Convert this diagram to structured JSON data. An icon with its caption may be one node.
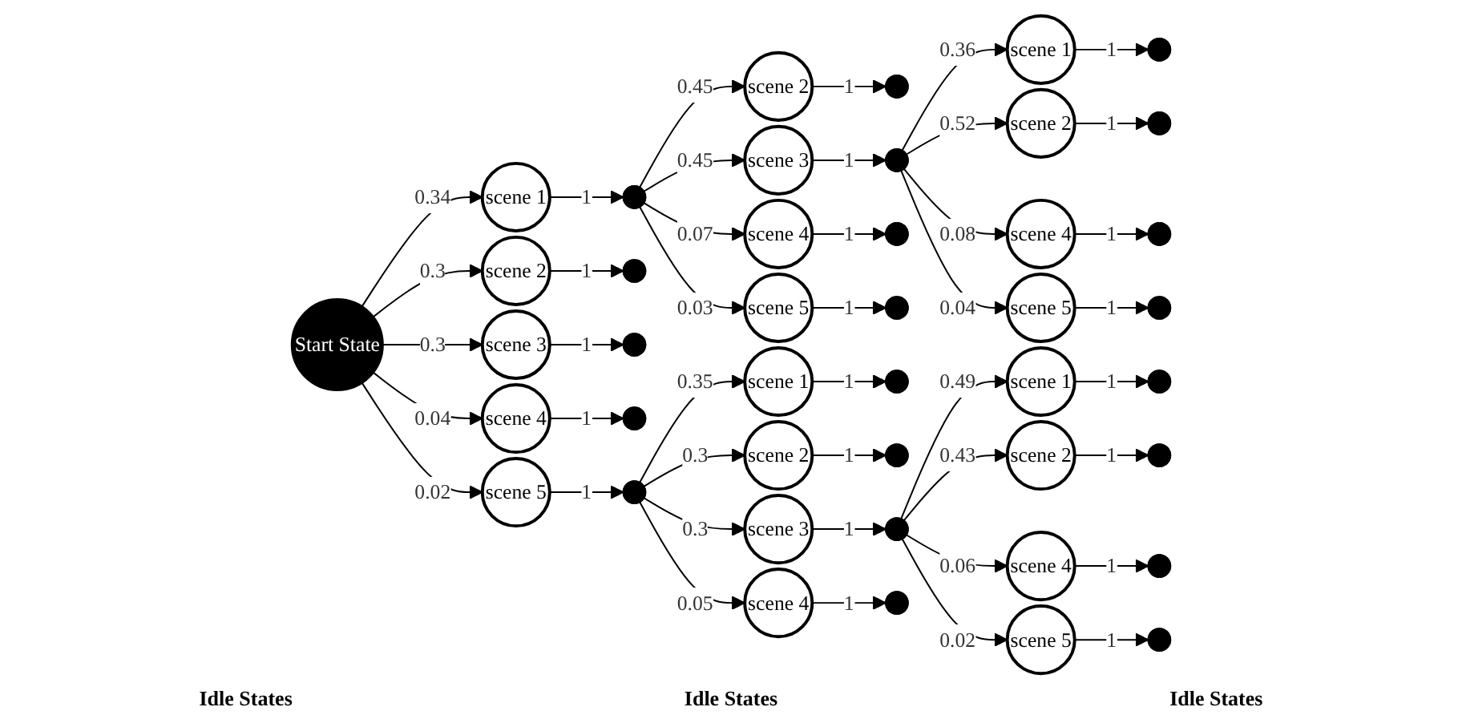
{
  "diagram": {
    "nodes": [
      {
        "text": [
          "Start State"
        ]
      },
      {
        "text": [
          "scene 1"
        ]
      },
      {
        "text": [
          "scene 2"
        ]
      },
      {
        "text": [
          "scene 3"
        ]
      },
      {
        "text": [
          "scene 4"
        ]
      },
      {
        "text": [
          "scene 5"
        ]
      },
      {
        "text": [],
        "shape": "circle"
      },
      {
        "text": [],
        "shape": "circle"
      },
      {
        "text": [],
        "shape": "circle"
      },
      {
        "text": [],
        "shape": "circle"
      },
      {
        "text": [],
        "shape": "circle"
      },
      {
        "text": [
          "scene 2"
        ]
      },
      {
        "text": [
          "scene 3"
        ]
      },
      {
        "text": [
          "scene 4"
        ]
      },
      {
        "text": [
          "scene 5"
        ]
      },
      {
        "text": [
          "scene 1"
        ]
      },
      {
        "text": [
          "scene 2"
        ]
      },
      {
        "text": [
          "scene 3"
        ]
      },
      {
        "text": [
          "scene 4"
        ]
      },
      {
        "text": [],
        "shape": "circle"
      },
      {
        "text": [],
        "shape": "circle"
      },
      {
        "text": [],
        "shape": "circle"
      },
      {
        "text": [],
        "shape": "circle"
      },
      {
        "text": [],
        "shape": "circle"
      },
      {
        "text": [],
        "shape": "circle"
      },
      {
        "text": [],
        "shape": "circle"
      },
      {
        "text": [],
        "shape": "circle"
      },
      {
        "text": [
          "scene 1"
        ]
      },
      {
        "text": [
          "scene 2"
        ]
      },
      {
        "text": [
          "scene 4"
        ]
      },
      {
        "text": [
          "scene 5"
        ]
      },
      {
        "text": [
          "scene 1"
        ]
      },
      {
        "text": [
          "scene 2"
        ]
      },
      {
        "text": [
          "scene 4"
        ]
      },
      {
        "text": [
          "scene 5"
        ]
      },
      {
        "text": [],
        "shape": "circle"
      },
      {
        "text": [],
        "shape": "circle"
      },
      {
        "text": [],
        "shape": "circle"
      },
      {
        "text": [],
        "shape": "circle"
      },
      {
        "text": [],
        "shape": "circle"
      },
      {
        "text": [],
        "shape": "circle"
      },
      {
        "text": [],
        "shape": "circle"
      },
      {
        "text": [],
        "shape": "circle"
      }
    ],
    "edges": [
      {
        "from": 0,
        "to": 1,
        "arrow": "to",
        "label": "0.34"
      },
      {
        "from": 0,
        "to": 2,
        "arrow": "to",
        "label": "0.3"
      },
      {
        "from": 0,
        "to": 3,
        "arrow": "to",
        "label": "0.3"
      },
      {
        "from": 0,
        "to": 4,
        "arrow": "to",
        "label": "0.04"
      },
      {
        "from": 0,
        "to": 5,
        "arrow": "to",
        "label": "0.02"
      },
      {
        "from": 1,
        "to": 6,
        "arrow": "to",
        "label": "1"
      },
      {
        "from": 2,
        "to": 7,
        "arrow": "to",
        "label": "1"
      },
      {
        "from": 3,
        "to": 8,
        "arrow": "to",
        "label": "1"
      },
      {
        "from": 4,
        "to": 9,
        "arrow": "to",
        "label": "1"
      },
      {
        "from": 5,
        "to": 10,
        "arrow": "to",
        "label": "1"
      },
      {
        "from": 6,
        "to": 11,
        "arrow": "to",
        "label": "0.45"
      },
      {
        "from": 6,
        "to": 12,
        "arrow": "to",
        "label": "0.45"
      },
      {
        "from": 6,
        "to": 13,
        "arrow": "to",
        "label": "0.07"
      },
      {
        "from": 6,
        "to": 14,
        "arrow": "to",
        "label": "0.03"
      },
      {
        "from": 10,
        "to": 15,
        "arrow": "to",
        "label": "0.35"
      },
      {
        "from": 10,
        "to": 16,
        "arrow": "to",
        "label": "0.3"
      },
      {
        "from": 10,
        "to": 17,
        "arrow": "to",
        "label": "0.3"
      },
      {
        "from": 10,
        "to": 18,
        "arrow": "to",
        "label": "0.05"
      },
      {
        "from": 11,
        "to": 19,
        "arrow": "to",
        "label": "1"
      },
      {
        "from": 12,
        "to": 20,
        "arrow": "to",
        "label": "1"
      },
      {
        "from": 13,
        "to": 21,
        "arrow": "to",
        "label": "1"
      },
      {
        "from": 14,
        "to": 22,
        "arrow": "to",
        "label": "1"
      },
      {
        "from": 15,
        "to": 23,
        "arrow": "to",
        "label": "1"
      },
      {
        "from": 16,
        "to": 24,
        "arrow": "to",
        "label": "1"
      },
      {
        "from": 17,
        "to": 25,
        "arrow": "to",
        "label": "1"
      },
      {
        "from": 18,
        "to": 26,
        "arrow": "to",
        "label": "1"
      },
      {
        "from": 20,
        "to": 27,
        "arrow": "to",
        "label": "0.36"
      },
      {
        "from": 20,
        "to": 28,
        "arrow": "to",
        "label": "0.52"
      },
      {
        "from": 20,
        "to": 29,
        "arrow": "to",
        "label": "0.08"
      },
      {
        "from": 20,
        "to": 30,
        "arrow": "to",
        "label": "0.04"
      },
      {
        "from": 25,
        "to": 31,
        "arrow": "to",
        "label": "0.49"
      },
      {
        "from": 25,
        "to": 32,
        "arrow": "to",
        "label": "0.43"
      },
      {
        "from": 25,
        "to": 33,
        "arrow": "to",
        "label": "0.06"
      },
      {
        "from": 25,
        "to": 34,
        "arrow": "to",
        "label": "0.02"
      },
      {
        "from": 27,
        "to": 35,
        "arrow": "to",
        "label": "1"
      },
      {
        "from": 28,
        "to": 36,
        "arrow": "to",
        "label": "1"
      },
      {
        "from": 29,
        "to": 37,
        "arrow": "to",
        "label": "1"
      },
      {
        "from": 30,
        "to": 38,
        "arrow": "to",
        "label": "1"
      },
      {
        "from": 31,
        "to": 39,
        "arrow": "to",
        "label": "1"
      },
      {
        "from": 32,
        "to": 40,
        "arrow": "to",
        "label": "1"
      },
      {
        "from": 33,
        "to": 41,
        "arrow": "to",
        "label": "1"
      },
      {
        "from": 34,
        "to": 42,
        "arrow": "to",
        "label": "1"
      }
    ],
    "labels": [
      "Idle States",
      "Idle States",
      "Idle States"
    ]
  }
}
